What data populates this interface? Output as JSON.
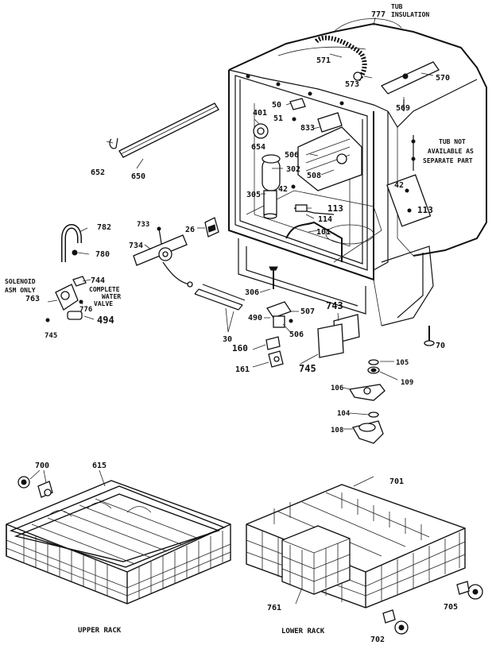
{
  "labels": {
    "p777": "777",
    "tub_insulation_1": "TUB",
    "tub_insulation_2": "INSULATION",
    "p571": "571",
    "p573": "573",
    "p570": "570",
    "p569": "569",
    "p401": "401",
    "p50": "50",
    "p51": "51",
    "p833": "833",
    "p654": "654",
    "p506a": "506",
    "p302": "302",
    "p508": "508",
    "p305": "305",
    "p42a": "42",
    "p113a": "113",
    "p114": "114",
    "p101": "101",
    "tub_note_1": "TUB NOT",
    "tub_note_2": "AVAILABLE AS",
    "tub_note_3": "SEPARATE PART",
    "p42b": "42",
    "p113b": "113",
    "p652": "652",
    "p650": "650",
    "p733": "733",
    "p26": "26",
    "p782": "782",
    "p734": "734",
    "p780": "780",
    "solenoid_1": "SOLENOID",
    "solenoid_2": "ASM ONLY",
    "p744": "744",
    "complete_1": "COMPLETE",
    "complete_2": "WATER",
    "complete_3": "VALVE",
    "p763": "763",
    "p776": "776",
    "p494": "494",
    "p745a": "745",
    "p306": "306",
    "p507": "507",
    "p743": "743",
    "p490": "490",
    "p506b": "506",
    "p30": "30",
    "p160": "160",
    "p161": "161",
    "p745b": "745",
    "p70": "70",
    "p105": "105",
    "p109": "109",
    "p106": "106",
    "p104": "104",
    "p108": "108",
    "p700": "700",
    "p615": "615",
    "p701": "701",
    "p761": "761",
    "p705": "705",
    "p702": "702",
    "upper_rack": "UPPER RACK",
    "lower_rack": "LOWER RACK"
  }
}
